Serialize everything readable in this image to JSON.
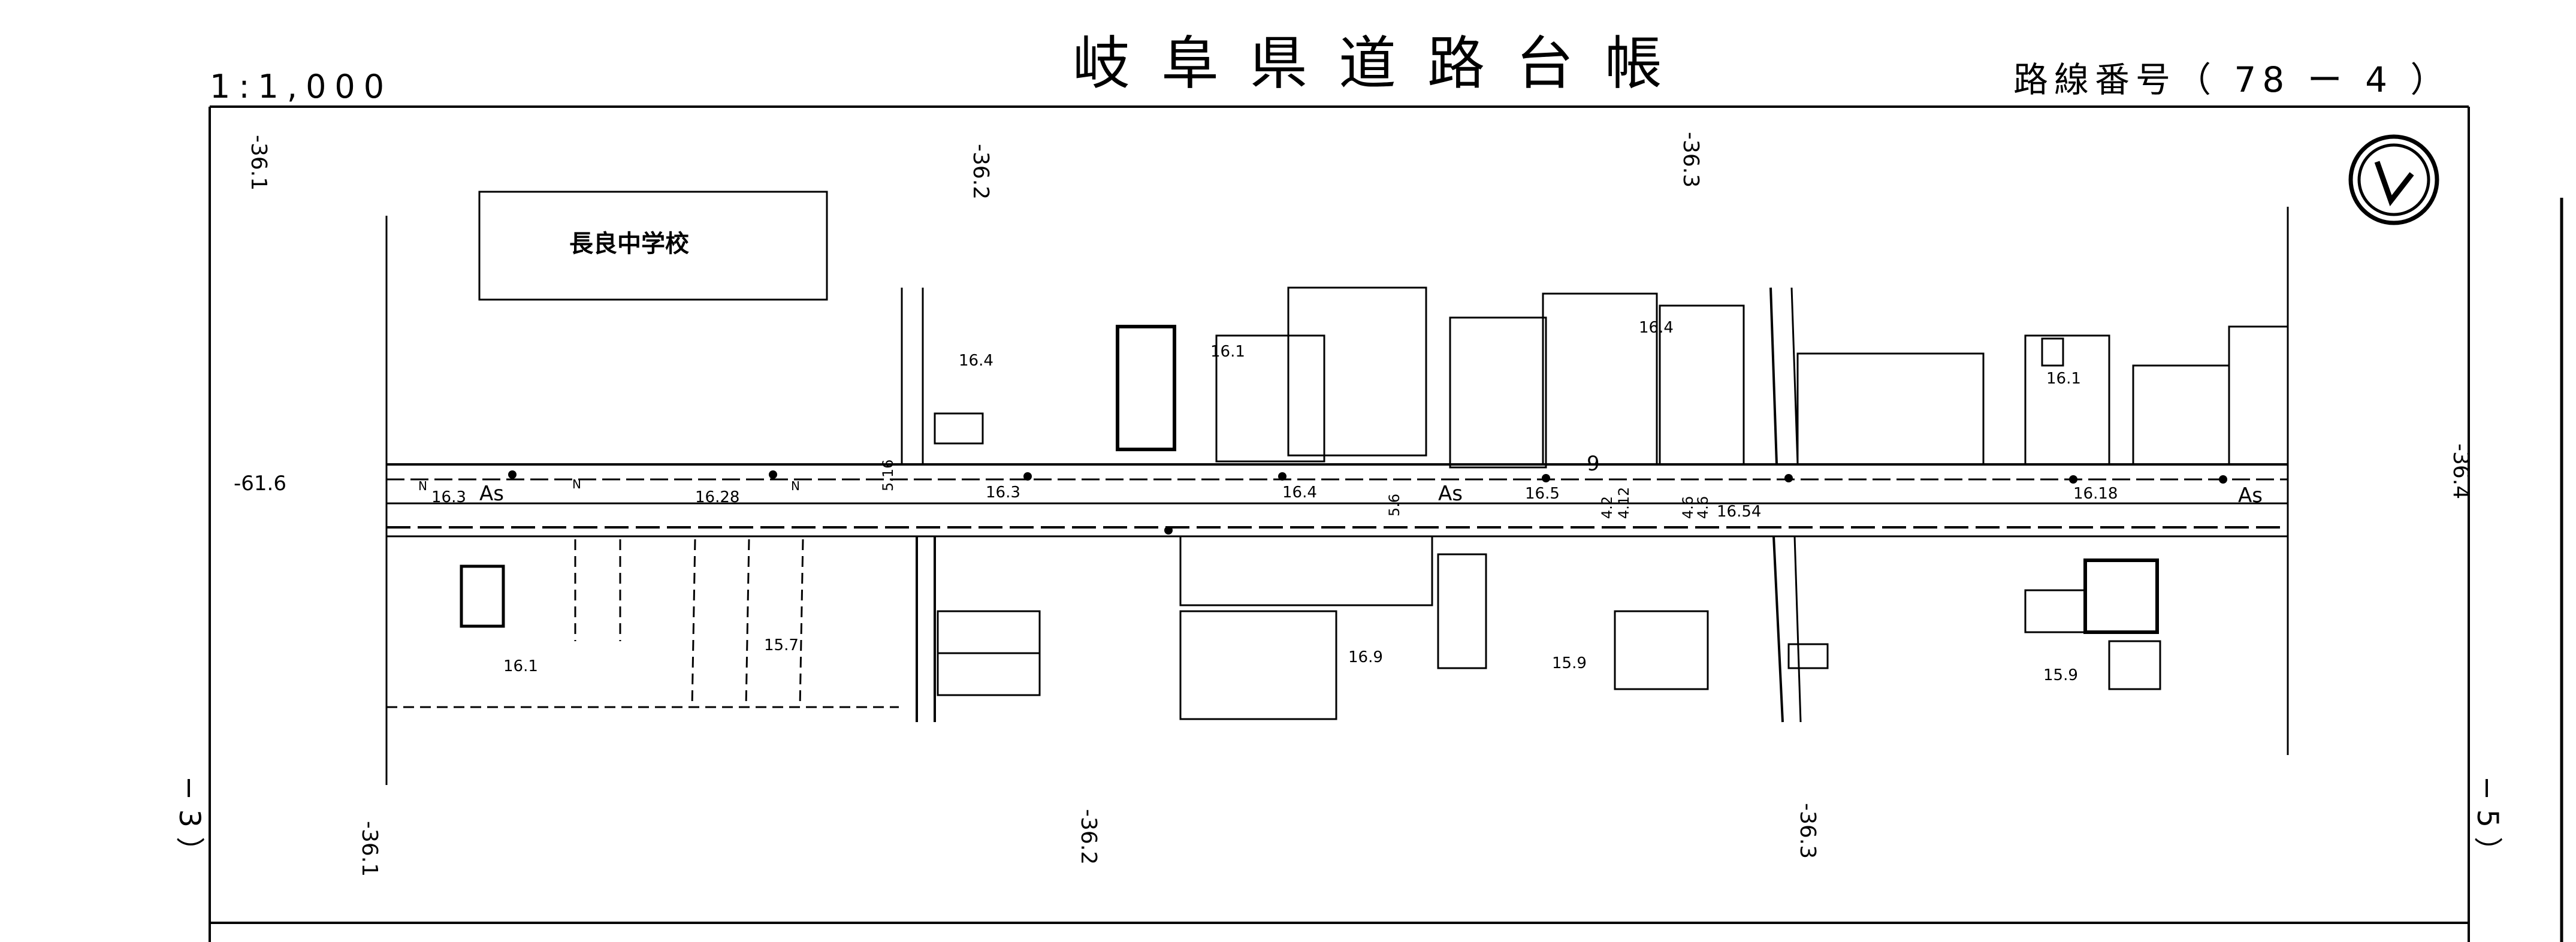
{
  "header": {
    "title": "岐阜県道路台帳",
    "scale": "1:1,000",
    "route_number_label": "路線番号（ 78 ー 4 ）"
  },
  "map": {
    "school_label": "長良中学校",
    "stations_top": [
      "-36.1",
      "-36.2",
      "-36.3"
    ],
    "stations_bottom": [
      "-36.1",
      "-36.2",
      "-36.3"
    ],
    "station_right": "-36.4",
    "offset_left": "-61.6",
    "pavement_labels": [
      "As",
      "As",
      "As"
    ],
    "elevations": [
      "16.4",
      "16.1",
      "16.4",
      "16.1",
      "16.3",
      "16.28",
      "16.3",
      "16.4",
      "16.5",
      "16.54",
      "16.18",
      "16.1",
      "15.7",
      "16.9",
      "15.9",
      "15.9"
    ],
    "widths": [
      "5.16",
      "5.6",
      "4.2",
      "4.12",
      "4.6",
      "4.6"
    ],
    "block_number": "9",
    "north_marks": [
      "N",
      "N",
      "N"
    ],
    "sheet_left_side": "− 3 ）",
    "sheet_right_side": "− 5 ）"
  },
  "colors": {
    "ink": "#000000",
    "paper": "#ffffff"
  }
}
